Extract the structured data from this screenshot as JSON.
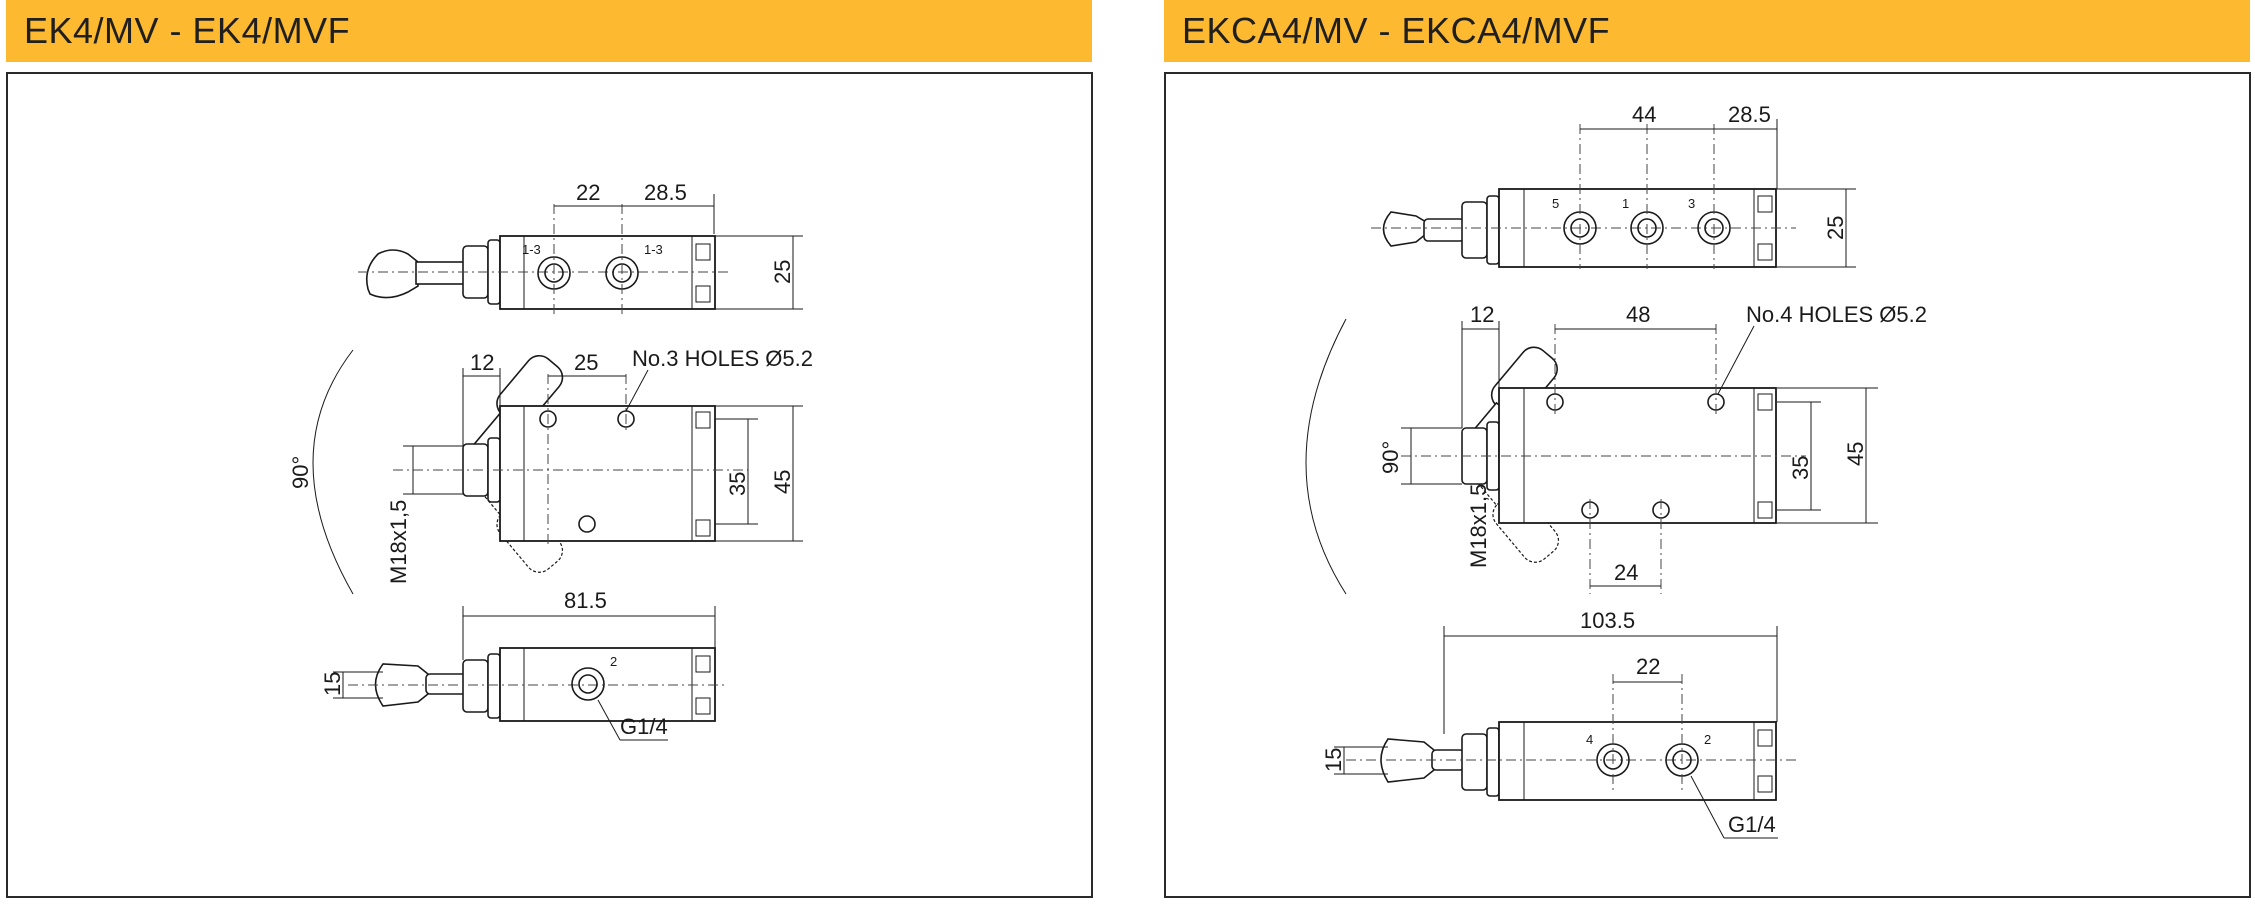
{
  "left": {
    "title": "EK4/MV - EK4/MVF",
    "top_view": {
      "dim_a": "22",
      "dim_b": "28.5",
      "dim_height": "25",
      "port_label_1": "1-3",
      "port_label_2": "1-3"
    },
    "mid_view": {
      "dim_thread": "12",
      "dim_holes": "25",
      "holes_note": "No.3 HOLES Ø5.2",
      "thread": "M18x1,5",
      "angle": "90°",
      "dim_inner": "35",
      "dim_outer": "45"
    },
    "bottom_view": {
      "dim_length": "81.5",
      "dim_height": "15",
      "port_label": "2",
      "port_thread": "G1/4"
    }
  },
  "right": {
    "title": "EKCA4/MV - EKCA4/MVF",
    "top_view": {
      "dim_a": "44",
      "dim_b": "28.5",
      "dim_height": "25",
      "port_label_5": "5",
      "port_label_1": "1",
      "port_label_3": "3"
    },
    "mid_view": {
      "dim_thread": "12",
      "dim_holes": "48",
      "holes_note": "No.4 HOLES Ø5.2",
      "thread": "M18x1,5",
      "angle": "90°",
      "dim_inner": "35",
      "dim_outer": "45",
      "dim_bottom": "24"
    },
    "bottom_view": {
      "dim_length": "103.5",
      "dim_gap": "22",
      "dim_height": "15",
      "port_label_4": "4",
      "port_label_2": "2",
      "port_thread": "G1/4"
    }
  },
  "colors": {
    "header": "#FDB930",
    "line": "#1a1a1a",
    "frame": "#2a2a2a"
  }
}
